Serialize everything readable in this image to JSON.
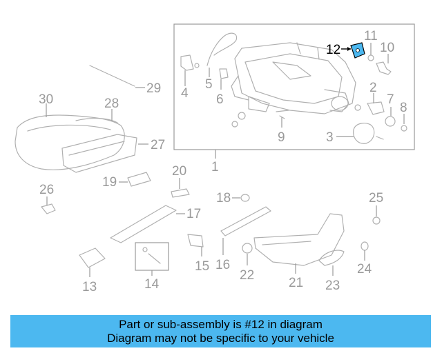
{
  "highlight_color": "#4cb8f0",
  "labels": {
    "p1": "1",
    "p2": "2",
    "p3": "3",
    "p4": "4",
    "p5": "5",
    "p6": "6",
    "p7": "7",
    "p8": "8",
    "p9": "9",
    "p10": "10",
    "p11": "11",
    "p12": "12",
    "p13": "13",
    "p14": "14",
    "p15": "15",
    "p16": "16",
    "p17": "17",
    "p18": "18",
    "p19": "19",
    "p20": "20",
    "p21": "21",
    "p22": "22",
    "p23": "23",
    "p24": "24",
    "p25": "25",
    "p26": "26",
    "p27": "27",
    "p28": "28",
    "p29": "29",
    "p30": "30"
  },
  "banner": {
    "line1": "Part or sub-assembly is #12 in diagram",
    "line2": "Diagram may not be specific to your vehicle"
  }
}
